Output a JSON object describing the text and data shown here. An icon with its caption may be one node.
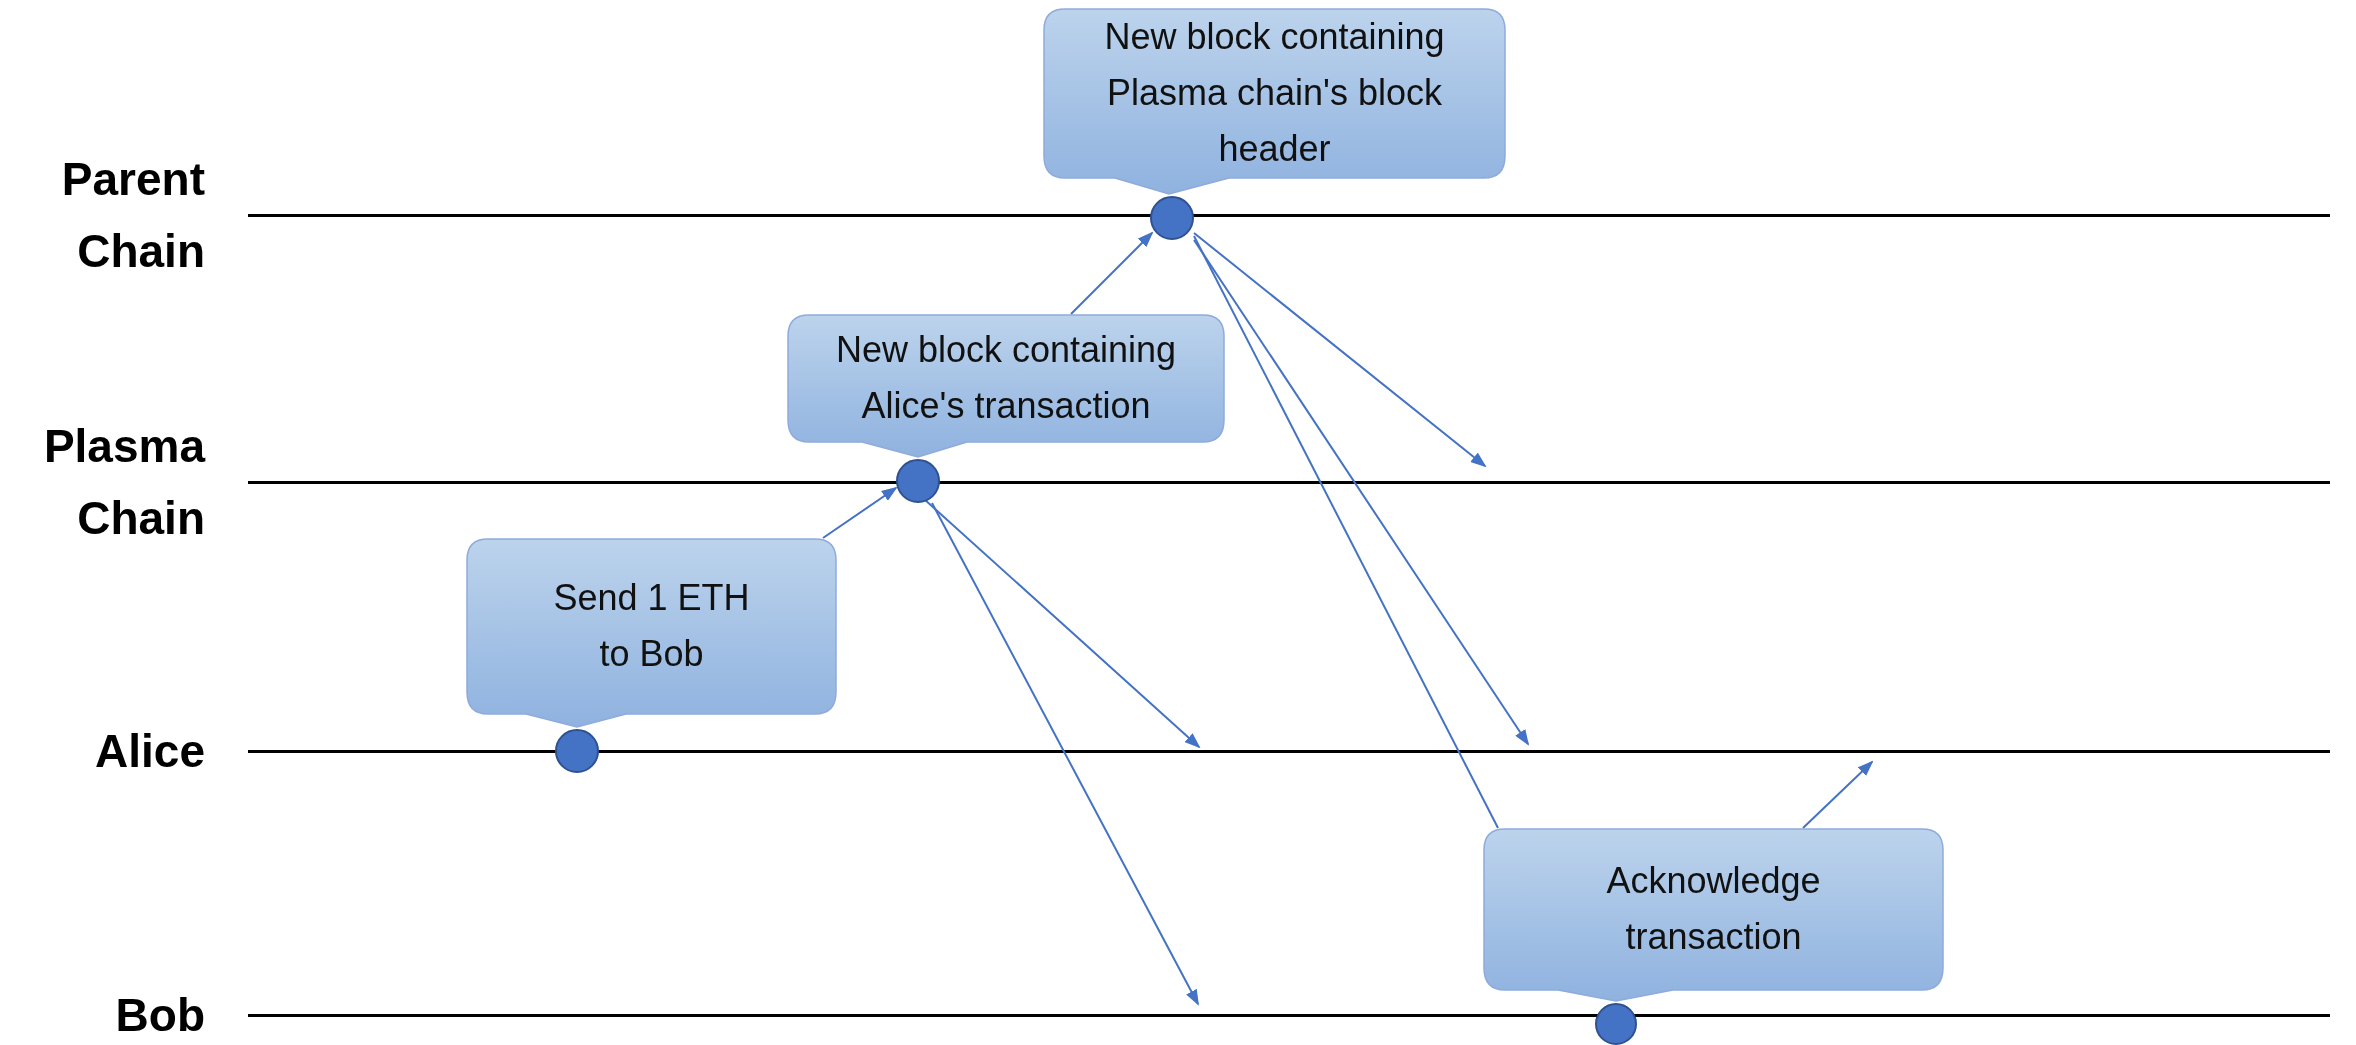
{
  "diagram": {
    "nodes": [
      {
        "text": [
          "Parent Chain"
        ]
      },
      {
        "text": [
          "Plasma Chain"
        ]
      },
      {
        "text": [
          "Alice"
        ]
      },
      {
        "text": [
          "Bob"
        ]
      },
      {
        "text": [
          "New block containing Plasma chain's block header"
        ]
      },
      {
        "text": [],
        "shape": "circle"
      },
      {
        "text": [
          "New block containing Alice's transaction"
        ]
      },
      {
        "text": [],
        "shape": "circle"
      },
      {
        "text": [
          "Send 1 ETH to Bob"
        ]
      },
      {
        "text": [],
        "shape": "circle"
      },
      {
        "text": [
          "Acknowledge transaction"
        ]
      },
      {
        "text": [],
        "shape": "circle"
      }
    ],
    "edges": [
      {
        "from": 8,
        "to": 7,
        "arrow": "to"
      },
      {
        "from": 6,
        "to": 5,
        "arrow": "to"
      },
      {
        "from": 7,
        "to": 2,
        "arrow": "to"
      },
      {
        "from": 7,
        "to": 3,
        "arrow": "to"
      },
      {
        "from": 5,
        "to": 1,
        "arrow": "to"
      },
      {
        "from": 5,
        "to": 2,
        "arrow": "to"
      },
      {
        "from": 5,
        "to": 10,
        "arrow": "none"
      },
      {
        "from": 10,
        "to": 2,
        "arrow": "to"
      }
    ]
  }
}
